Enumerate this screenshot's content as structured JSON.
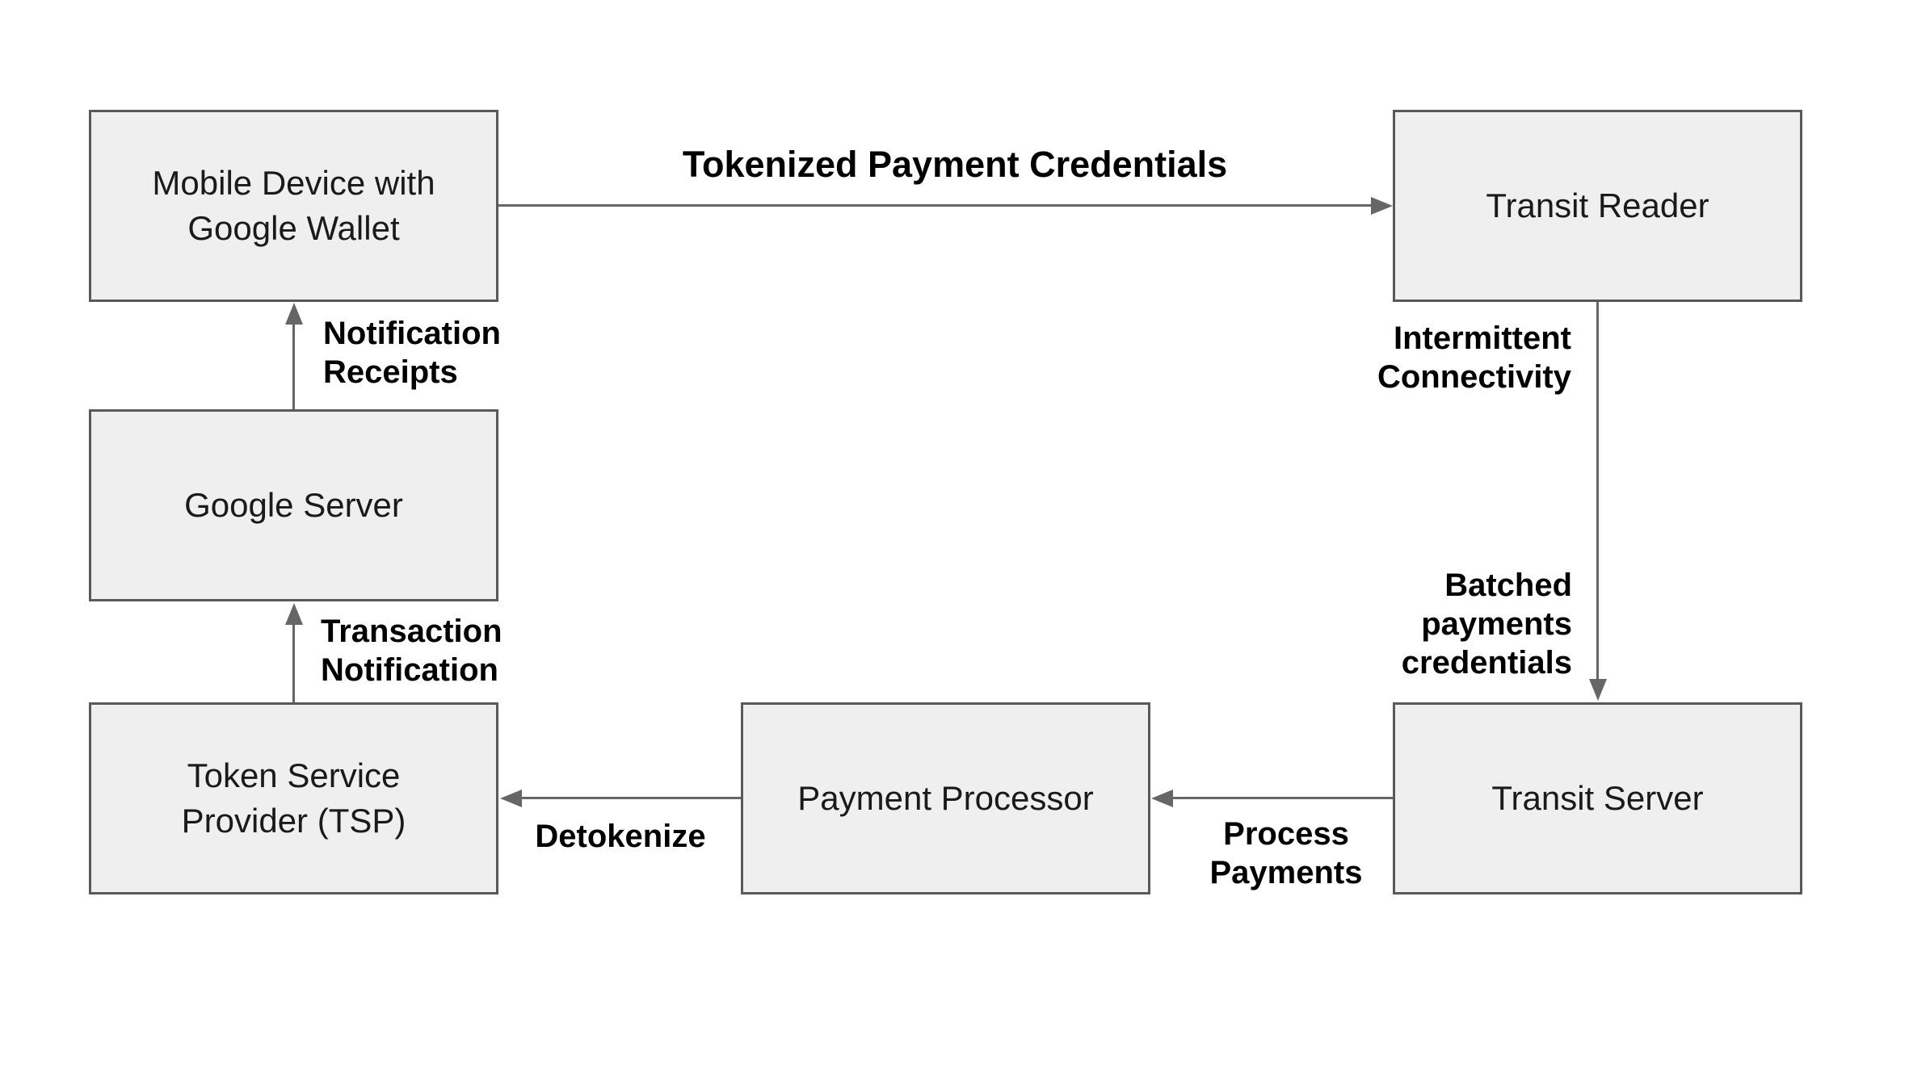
{
  "nodes": {
    "mobile_device": {
      "lines": [
        "Mobile Device with",
        "Google Wallet"
      ]
    },
    "transit_reader": {
      "lines": [
        "Transit Reader"
      ]
    },
    "google_server": {
      "lines": [
        "Google Server"
      ]
    },
    "tsp": {
      "lines": [
        "Token Service",
        "Provider (TSP)"
      ]
    },
    "payment_processor": {
      "lines": [
        "Payment Processor"
      ]
    },
    "transit_server": {
      "lines": [
        "Transit Server"
      ]
    }
  },
  "edges": {
    "tokenized_payment_credentials": {
      "label": "Tokenized Payment Credentials",
      "from": "mobile_device",
      "to": "transit_reader",
      "direction": "right"
    },
    "notification_receipts": {
      "lines": [
        "Notification",
        "Receipts"
      ],
      "from": "google_server",
      "to": "mobile_device",
      "direction": "up"
    },
    "intermittent_connectivity": {
      "lines": [
        "Intermittent",
        "Connectivity"
      ],
      "from": "transit_reader",
      "to": "transit_server",
      "direction": "down"
    },
    "batched_payments_credentials": {
      "lines": [
        "Batched",
        "payments",
        "credentials"
      ],
      "from": "transit_reader",
      "to": "transit_server",
      "direction": "down"
    },
    "transaction_notification": {
      "lines": [
        "Transaction",
        "Notification"
      ],
      "from": "tsp",
      "to": "google_server",
      "direction": "up"
    },
    "detokenize": {
      "label": "Detokenize",
      "from": "payment_processor",
      "to": "tsp",
      "direction": "left"
    },
    "process_payments": {
      "lines": [
        "Process",
        "Payments"
      ],
      "from": "transit_server",
      "to": "payment_processor",
      "direction": "left"
    }
  },
  "colors": {
    "background": "#ffffff",
    "box_fill": "#efefef",
    "box_border": "#58595b",
    "arrow": "#666666",
    "node_text": "#1a1a1a",
    "edge_text": "#000000"
  }
}
